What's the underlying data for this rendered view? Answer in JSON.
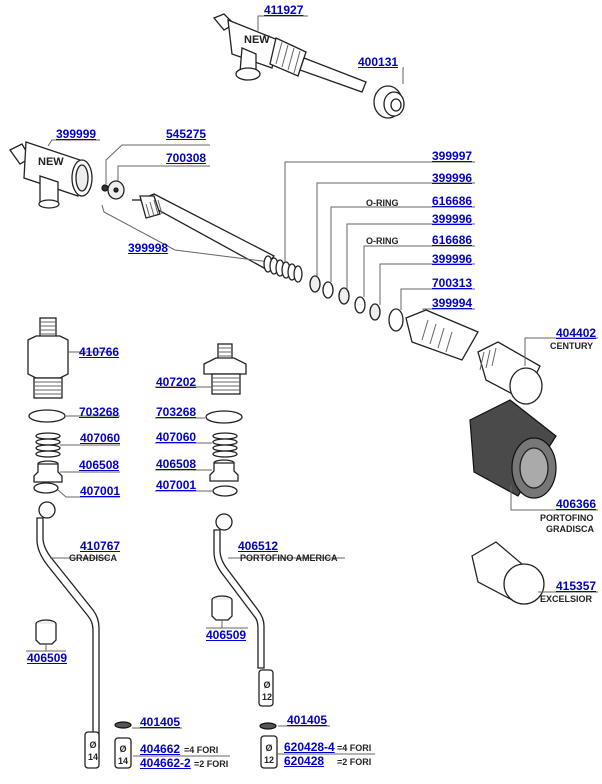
{
  "diagram": {
    "title": "Exploded parts diagram - steam valve and wand assemblies",
    "parts": {
      "p411927": {
        "code": "411927",
        "tag": "NEW"
      },
      "p400131": {
        "code": "400131"
      },
      "p399999": {
        "code": "399999",
        "tag": "NEW"
      },
      "p545275": {
        "code": "545275"
      },
      "p700308": {
        "code": "700308"
      },
      "p399998": {
        "code": "399998"
      },
      "p399997": {
        "code": "399997"
      },
      "p399996a": {
        "code": "399996"
      },
      "p616686a": {
        "code": "616686",
        "label": "O-RING"
      },
      "p399996b": {
        "code": "399996"
      },
      "p616686b": {
        "code": "616686",
        "label": "O-RING"
      },
      "p399996c": {
        "code": "399996"
      },
      "p700313": {
        "code": "700313"
      },
      "p399994": {
        "code": "399994"
      },
      "p404402": {
        "code": "404402",
        "label": "CENTURY"
      },
      "p406366": {
        "code": "406366",
        "label1": "PORTOFINO",
        "label2": "GRADISCA"
      },
      "p415357": {
        "code": "415357",
        "label": "EXCELSIOR"
      },
      "p410766": {
        "code": "410766"
      },
      "p703268a": {
        "code": "703268"
      },
      "p407060a": {
        "code": "407060"
      },
      "p406508a": {
        "code": "406508"
      },
      "p407001a": {
        "code": "407001"
      },
      "p410767": {
        "code": "410767",
        "label": "GRADISCA"
      },
      "p406509a": {
        "code": "406509"
      },
      "p401405a": {
        "code": "401405"
      },
      "p404662": {
        "code": "404662",
        "note": "=4 FORI"
      },
      "p404662_2": {
        "code": "404662-2",
        "note": "=2 FORI"
      },
      "p407202": {
        "code": "407202"
      },
      "p703268b": {
        "code": "703268"
      },
      "p407060b": {
        "code": "407060"
      },
      "p406508b": {
        "code": "406508"
      },
      "p407001b": {
        "code": "407001"
      },
      "p406512": {
        "code": "406512",
        "label": "PORTOFINO AMERICA"
      },
      "p406509b": {
        "code": "406509"
      },
      "p401405b": {
        "code": "401405"
      },
      "p620428_4": {
        "code": "620428-4",
        "note": "=4 FORI"
      },
      "p620428": {
        "code": "620428",
        "note": "=2 FORI"
      }
    },
    "tip_markings": {
      "left_tip": {
        "symbol": "Ø",
        "size": "14"
      },
      "left_tip_spare": {
        "symbol": "Ø",
        "size": "14"
      },
      "right_tip": {
        "symbol": "Ø",
        "size": "12"
      },
      "right_tip_spare": {
        "symbol": "Ø",
        "size": "12"
      }
    }
  }
}
